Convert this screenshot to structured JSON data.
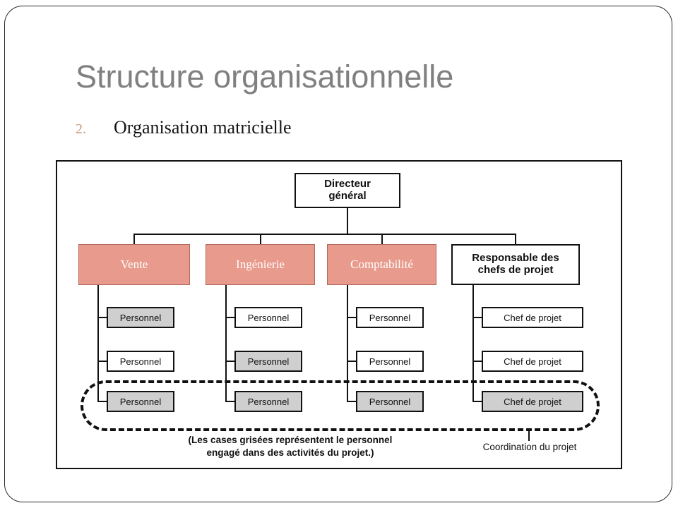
{
  "slide": {
    "title": "Structure organisationnelle",
    "bullet": {
      "number": "2.",
      "text": "Organisation matricielle"
    }
  },
  "colors": {
    "title_gray": "#808080",
    "bullet_number": "#c89a78",
    "pink_box": "#e89a8c",
    "gray_box": "#cfcfcf",
    "line": "#111111",
    "white_box": "#ffffff"
  },
  "diagram": {
    "root": {
      "label": "Directeur général"
    },
    "departments": [
      {
        "label": "Vente",
        "style": "pink"
      },
      {
        "label": "Ingénierie",
        "style": "pink"
      },
      {
        "label": "Comptabilité",
        "style": "pink"
      },
      {
        "label": "Responsable des chefs de projet",
        "style": "white"
      }
    ],
    "columns": [
      {
        "department": "Vente",
        "members": [
          {
            "label": "Personnel",
            "shaded": true
          },
          {
            "label": "Personnel",
            "shaded": false
          },
          {
            "label": "Personnel",
            "shaded": true
          }
        ]
      },
      {
        "department": "Ingénierie",
        "members": [
          {
            "label": "Personnel",
            "shaded": false
          },
          {
            "label": "Personnel",
            "shaded": true
          },
          {
            "label": "Personnel",
            "shaded": true
          }
        ]
      },
      {
        "department": "Comptabilité",
        "members": [
          {
            "label": "Personnel",
            "shaded": false
          },
          {
            "label": "Personnel",
            "shaded": false
          },
          {
            "label": "Personnel",
            "shaded": true
          }
        ]
      },
      {
        "department": "Responsable des chefs de projet",
        "members": [
          {
            "label": "Chef de projet",
            "shaded": false
          },
          {
            "label": "Chef de projet",
            "shaded": false
          },
          {
            "label": "Chef de projet",
            "shaded": true
          }
        ]
      }
    ],
    "legend_caption": "(Les cases grisées représentent le personnel\nengagé dans des activités du projet.)",
    "legend_caption_line1": "(Les cases grisées représentent le personnel",
    "legend_caption_line2": "engagé dans des activités du projet.)",
    "coordination_label": "Coordination du projet"
  }
}
